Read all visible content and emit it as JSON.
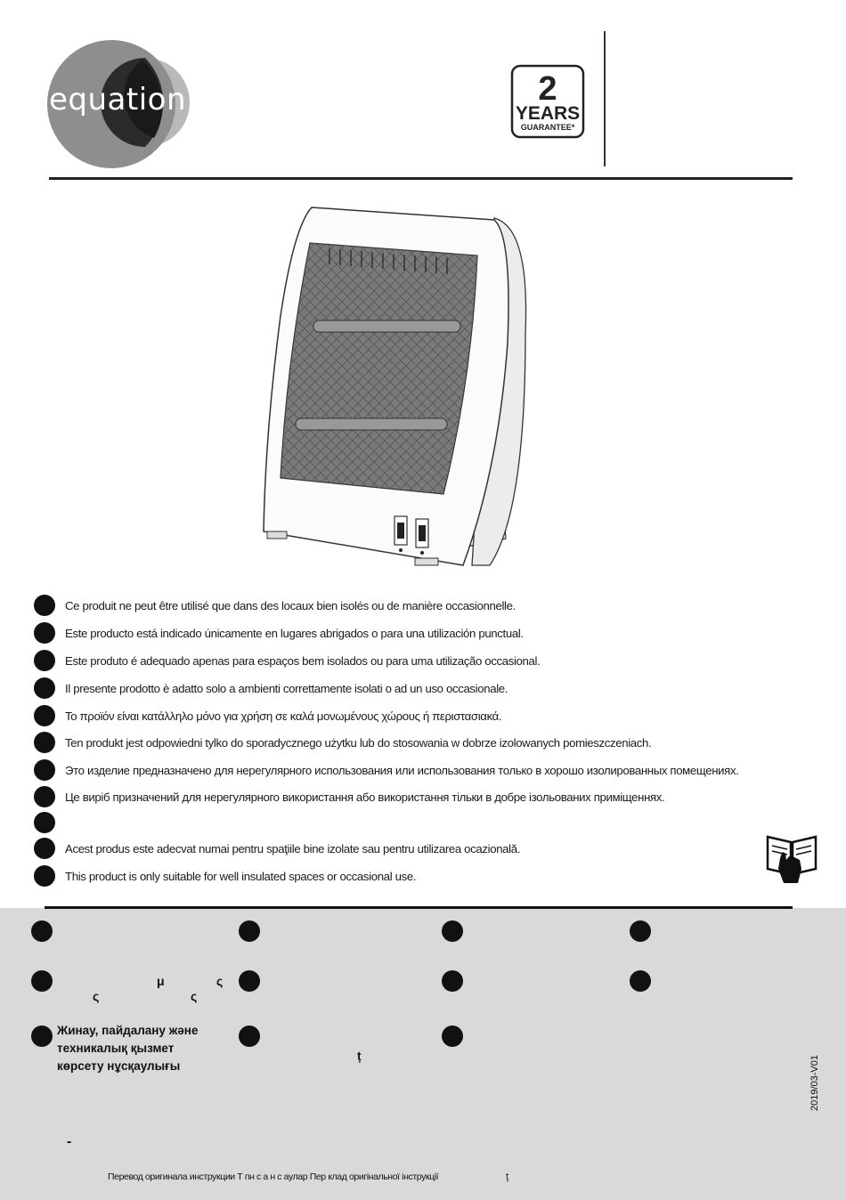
{
  "brand": {
    "name": "equation"
  },
  "guarantee": {
    "number": "2",
    "word": "YEARS",
    "label": "GUARANTEE*"
  },
  "languages": [
    {
      "text": "Ce produit ne peut être utilisé que dans des locaux bien isolés ou de manière occasionnelle."
    },
    {
      "text": "Este producto está indicado únicamente en lugares abrigados o para una utilización punctual."
    },
    {
      "text": "Este produto é adequado apenas para espaços bem isolados ou para uma utilização occasional."
    },
    {
      "text": "Il presente prodotto è adatto solo a ambienti correttamente isolati o ad un uso occasionale."
    },
    {
      "text": "Το προϊόν είναι κατάλληλο μόνο για χρήση σε καλά μονωμένους χώρους ή περιστασιακά."
    },
    {
      "text": "Ten produkt jest odpowiedni tylko do sporadycznego użytku lub do stosowania w dobrze izolowanych pomieszczeniach."
    },
    {
      "text": "Это изделие предназначено для нерегулярного использования или использования только в хорошо изолированных помещениях."
    },
    {
      "text": "Це виріб призначений для нерегулярного використання або використання тільки в добре ізольованих приміщеннях."
    },
    {
      "text": ""
    },
    {
      "text": "Acest produs este adecvat numai pentru spaţiile bine izolate sau pentru utilizarea ocazională."
    },
    {
      "text": "This product is only suitable for well insulated spaces or occasional use."
    }
  ],
  "footer": {
    "greek_frag_1": "μ",
    "greek_frag_2": "ς",
    "greek_frag_3": "ς",
    "greek_frag_4": "ς",
    "romanian_frag": "ț",
    "kazakh_title_1": "Жинау, пайдалану және",
    "kazakh_title_2": "техникалық қызмет",
    "kazakh_title_3": "көрсету нұсқаулығы",
    "dash": "-",
    "bottom_text": "Перевод оригинала инструкции   Т   пн   с   а н   с   аулар   Пер   клад оригінальної інструкції",
    "bottom_frag": "ţ",
    "version": "2019/03-V01"
  }
}
